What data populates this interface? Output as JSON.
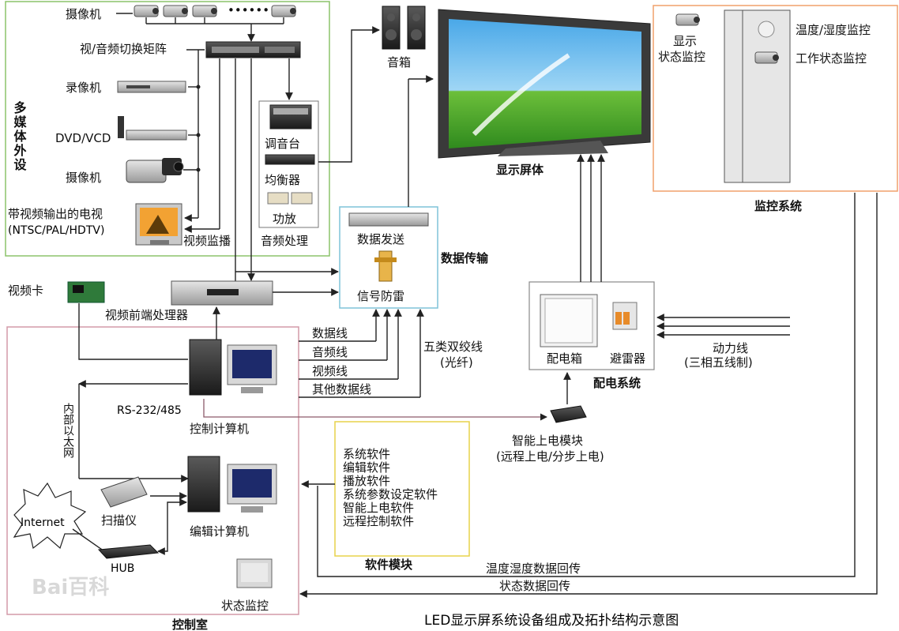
{
  "regions": {
    "multimedia": {
      "label": "多媒体外设"
    },
    "control_room": {
      "label": "控制室"
    },
    "software": {
      "label": "软件模块"
    },
    "monitoring": {
      "label": "监控系统"
    }
  },
  "devices": {
    "cameras_top": "摄像机",
    "switch_matrix": "视/音频切换矩阵",
    "recorder": "录像机",
    "dvd": "DVD/VCD",
    "camcorder": "摄像机",
    "tv_line1": "带视频输出的电视",
    "tv_line2": "(NTSC/PAL/HDTV)",
    "video_monitor": "视频监播",
    "mixer": "调音台",
    "equalizer": "均衡器",
    "amplifier": "功放",
    "audio_processing": "音频处理",
    "speakers": "音箱",
    "display": "显示屏体",
    "data_send": "数据发送",
    "signal_protect": "信号防雷",
    "data_transmission": "数据传输",
    "video_card": "视频卡",
    "video_processor": "视频前端处理器",
    "control_pc": "控制计算机",
    "rs232": "RS-232/485",
    "ethernet": "内部以太网",
    "edit_pc": "编辑计算机",
    "scanner": "扫描仪",
    "internet": "Internet",
    "hub": "HUB",
    "status_monitor": "状态监控",
    "power_box": "配电箱",
    "surge_arrester": "避雷器",
    "power_system": "配电系统",
    "smart_power_line1": "智能上电模块",
    "smart_power_line2": "(远程上电/分步上电)",
    "power_line_line1": "动力线",
    "power_line_line2": "(三相五线制)",
    "cable_line1": "五类双绞线",
    "cable_line2": "(光纤)",
    "display_status_line1": "显示",
    "display_status_line2": "状态监控",
    "temp_humidity": "温度/湿度监控",
    "work_status": "工作状态监控"
  },
  "connections": {
    "data_line": "数据线",
    "audio_line": "音频线",
    "video_line": "视频线",
    "other_data_line": "其他数据线",
    "temp_return": "温度湿度数据回传",
    "status_return": "状态数据回传"
  },
  "software_items": [
    "系统软件",
    "编辑软件",
    "播放软件",
    "系统参数设定软件",
    "智能上电软件",
    "远程控制软件"
  ],
  "caption": "LED显示屏系统设备组成及拓扑结构示意图",
  "watermark": "Bai百科"
}
